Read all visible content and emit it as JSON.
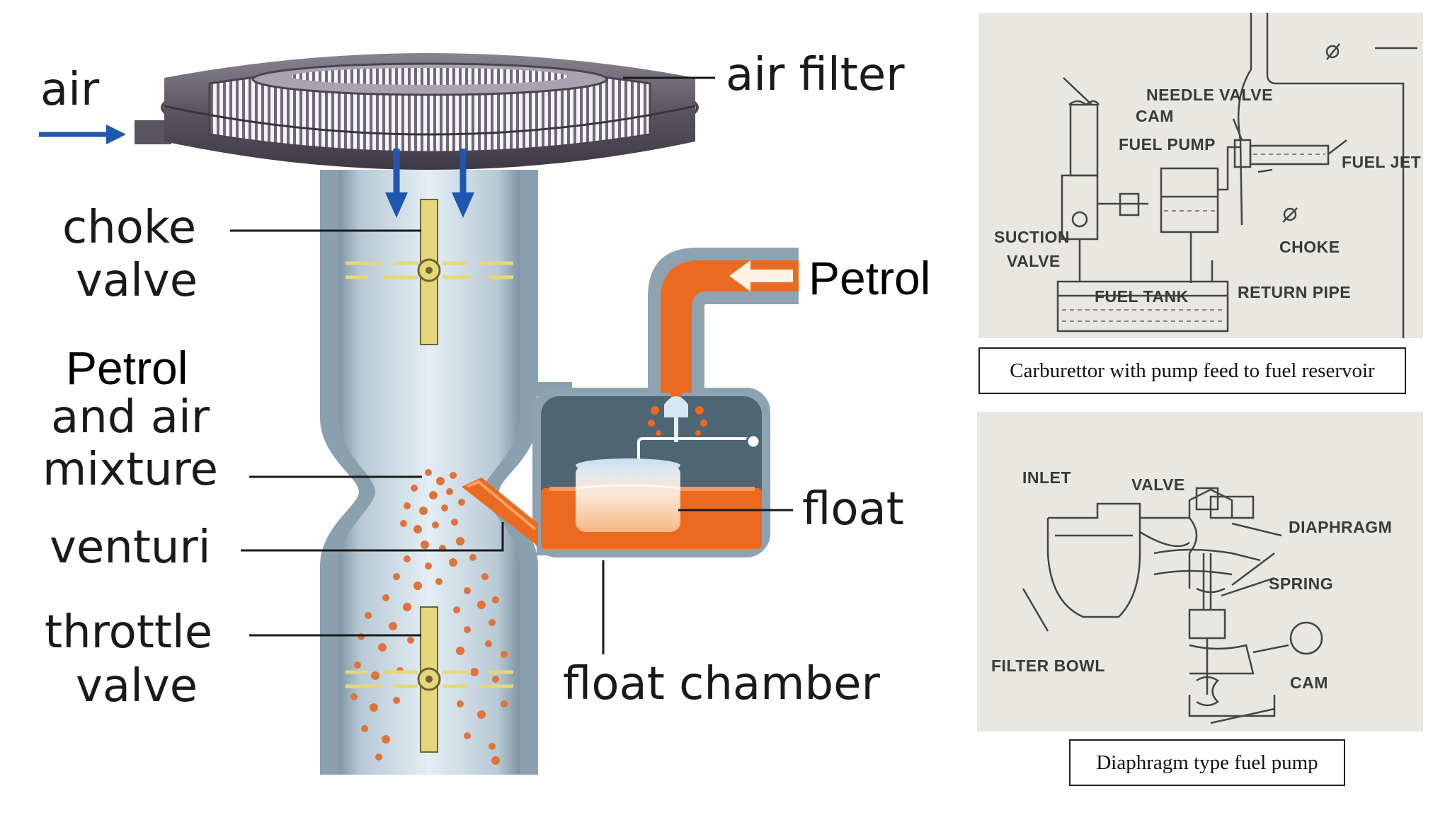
{
  "main_labels": {
    "air": "air",
    "air_filter": "air filter",
    "choke_valve_line1": "choke",
    "choke_valve_line2": "valve",
    "petrol_air_line1": "Petrol",
    "petrol_air_line2": "and air",
    "petrol_air_line3": "mixture",
    "venturi": "venturi",
    "throttle_valve_line1": "throttle",
    "throttle_valve_line2": "valve",
    "petrol_inlet": "Petrol",
    "float": "float",
    "float_chamber": "float chamber"
  },
  "pump_feed_panel": {
    "labels": {
      "needle_valve": "NEEDLE VALVE",
      "cam": "CAM",
      "fuel_pump": "FUEL PUMP",
      "fuel_jet": "FUEL JET",
      "suction_valve_line1": "SUCTION",
      "suction_valve_line2": "VALVE",
      "choke": "CHOKE",
      "fuel_tank": "FUEL TANK",
      "return_pipe": "RETURN PIPE"
    },
    "caption": "Carburettor with pump feed to fuel reservoir"
  },
  "diaphragm_panel": {
    "labels": {
      "inlet": "INLET",
      "valve": "VALVE",
      "diaphragm": "DIAPHRAGM",
      "spring": "SPRING",
      "filter_bowl": "FILTER BOWL",
      "cam": "CAM"
    },
    "caption": "Diaphragm type fuel pump"
  },
  "colors": {
    "airflow_arrow": "#1f56b0",
    "fuel_orange": "#ec6a1f",
    "tube_blue": "#a9bfcc",
    "valve_yellow": "#e6d77a",
    "filter_dark": "#6b6570"
  }
}
